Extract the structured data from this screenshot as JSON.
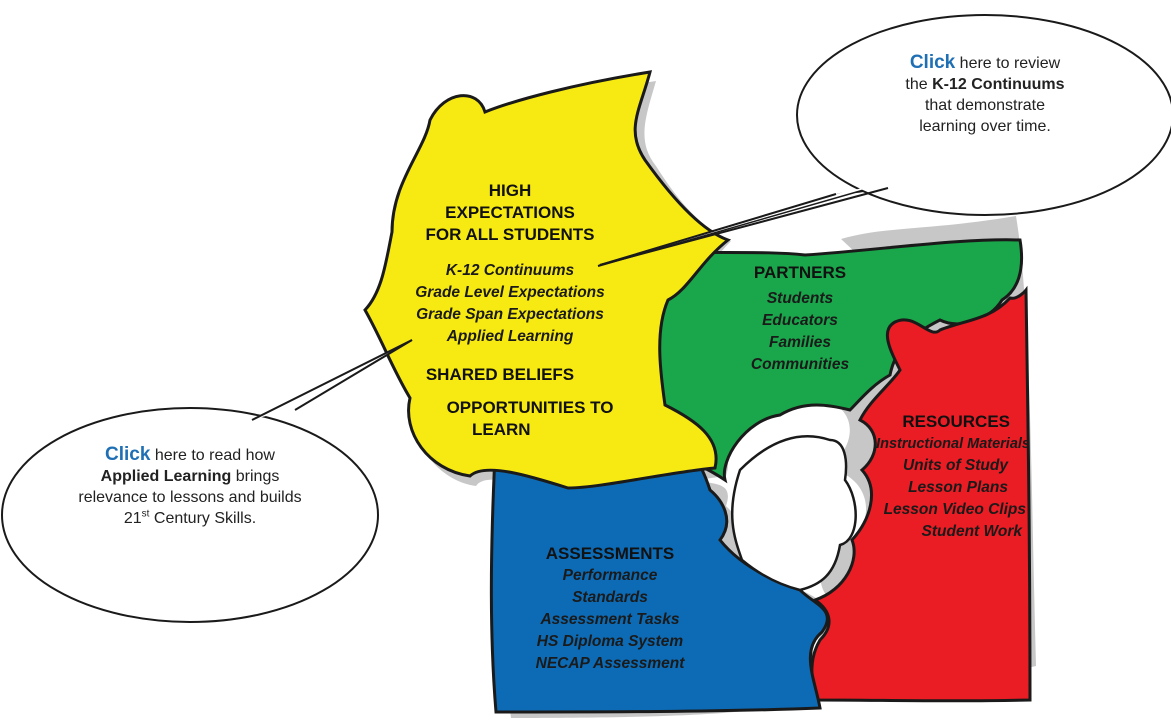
{
  "colors": {
    "yellow": "#f7ea12",
    "green": "#1aa64a",
    "red": "#ea1c24",
    "blue": "#0d6bb5",
    "outline": "#1a1a1a",
    "click_blue": "#1f6fb5"
  },
  "callout_top": {
    "click": "Click",
    "line1_rest": " here to review",
    "line2_pre": "the ",
    "line2_bold": "K-12 Continuums",
    "line3": "that demonstrate",
    "line4": "learning over time."
  },
  "callout_left": {
    "click": "Click",
    "line1_rest": " here to read how",
    "line2_bold": "Applied Learning",
    "line2_rest": " brings",
    "line3": "relevance to lessons and builds",
    "line4_pre": "21",
    "line4_sup": "st",
    "line4_post": " Century Skills."
  },
  "yellow_piece": {
    "heading_lines": [
      "HIGH",
      "EXPECTATIONS",
      "FOR ALL STUDENTS"
    ],
    "items": [
      "K-12 Continuums",
      "Grade Level Expectations",
      "Grade Span Expectations",
      "Applied Learning"
    ],
    "shared_beliefs": "SHARED BELIEFS",
    "opportunities_lines": [
      "OPPORTUNITIES TO",
      "LEARN"
    ]
  },
  "green_piece": {
    "heading": "PARTNERS",
    "items": [
      "Students",
      "Educators",
      "Families",
      "Communities"
    ]
  },
  "red_piece": {
    "heading": "RESOURCES",
    "items": [
      "Instructional Materials",
      "Units of Study",
      "Lesson Plans",
      "Lesson Video Clips",
      "Student Work"
    ]
  },
  "blue_piece": {
    "heading": "ASSESSMENTS",
    "items": [
      "Performance",
      "Standards",
      "Assessment Tasks",
      "HS Diploma System",
      "NECAP Assessment"
    ]
  }
}
